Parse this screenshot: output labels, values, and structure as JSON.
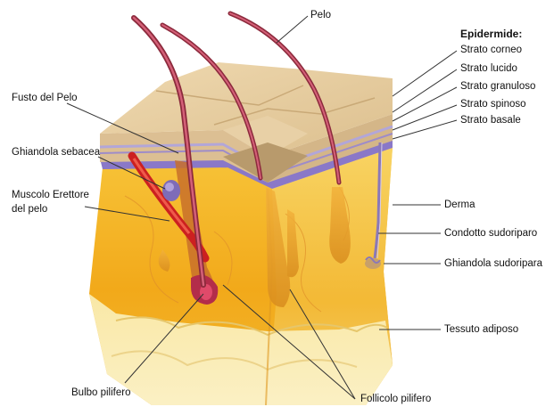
{
  "colors": {
    "dermis": "#f3b41a",
    "dermis_light": "#f9d35c",
    "adipose": "#f7e39a",
    "epidermis_top": "#e9cfa3",
    "epidermis_side": "#d9b88a",
    "basal_purple": "#8a78c8",
    "hair": "#b0344a",
    "muscle": "#c81e1e",
    "leader": "#333333"
  },
  "labels": {
    "pelo": "Pelo",
    "epidermide_title": "Epidermide:",
    "strato_corneo": "Strato corneo",
    "strato_lucido": "Strato lucido",
    "strato_granuloso": "Strato granuloso",
    "strato_spinoso": "Strato spinoso",
    "strato_basale": "Strato basale",
    "fusto_del_pelo": "Fusto del Pelo",
    "ghiandola_sebacea": "Ghiandola sebacea",
    "muscolo_erettore_1": "Muscolo Erettore",
    "muscolo_erettore_2": "del pelo",
    "derma": "Derma",
    "condotto_sudoriparo": "Condotto sudoriparo",
    "ghiandola_sudoripara": "Ghiandola sudoripara",
    "tessuto_adiposo": "Tessuto adiposo",
    "bulbo_pilifero": "Bulbo pilifero",
    "follicolo_pilifero": "Follicolo pilifero"
  }
}
